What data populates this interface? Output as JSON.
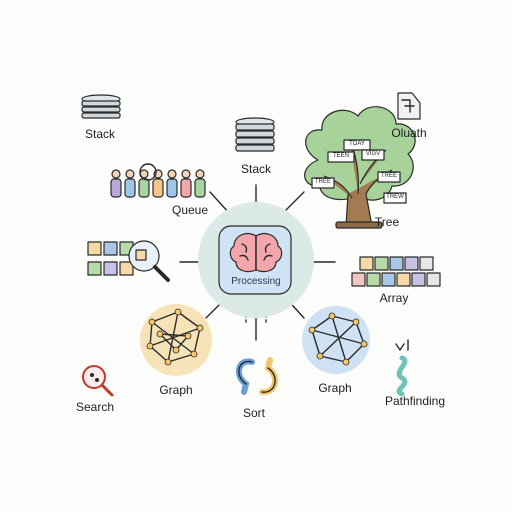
{
  "center": {
    "label": "Processing"
  },
  "nodes": {
    "stack_corner": "Stack",
    "stack_top": "Stack",
    "oluath": "Oluath",
    "queue": "Queue",
    "tree": "Tree",
    "array": "Array",
    "graph_left": "Graph",
    "graph_right": "Graph",
    "sort": "Sort",
    "search": "Search",
    "pathfinding": "Pathfinding"
  },
  "tree_tags": [
    "TOAY",
    "TEEN",
    "VIGV",
    "TREE",
    "TREE",
    "TREW"
  ],
  "colors": {
    "halo": "#dbe9e7",
    "center_fill": "#cfe3f5",
    "brain": "#f3a7ad",
    "stroke": "#2a2a2a",
    "array_palette": [
      "#f6d9a6",
      "#b8d9a8",
      "#a8c9e6",
      "#c7c1e3",
      "#f2c4c4",
      "#e6e6e6"
    ]
  },
  "icons": [
    "stack-icon",
    "document-icon",
    "queue-icon",
    "tree-icon",
    "array-icon",
    "magnifier-icon",
    "graph-icon",
    "sort-arrows-icon",
    "search-icon",
    "path-icon",
    "brain-icon"
  ]
}
